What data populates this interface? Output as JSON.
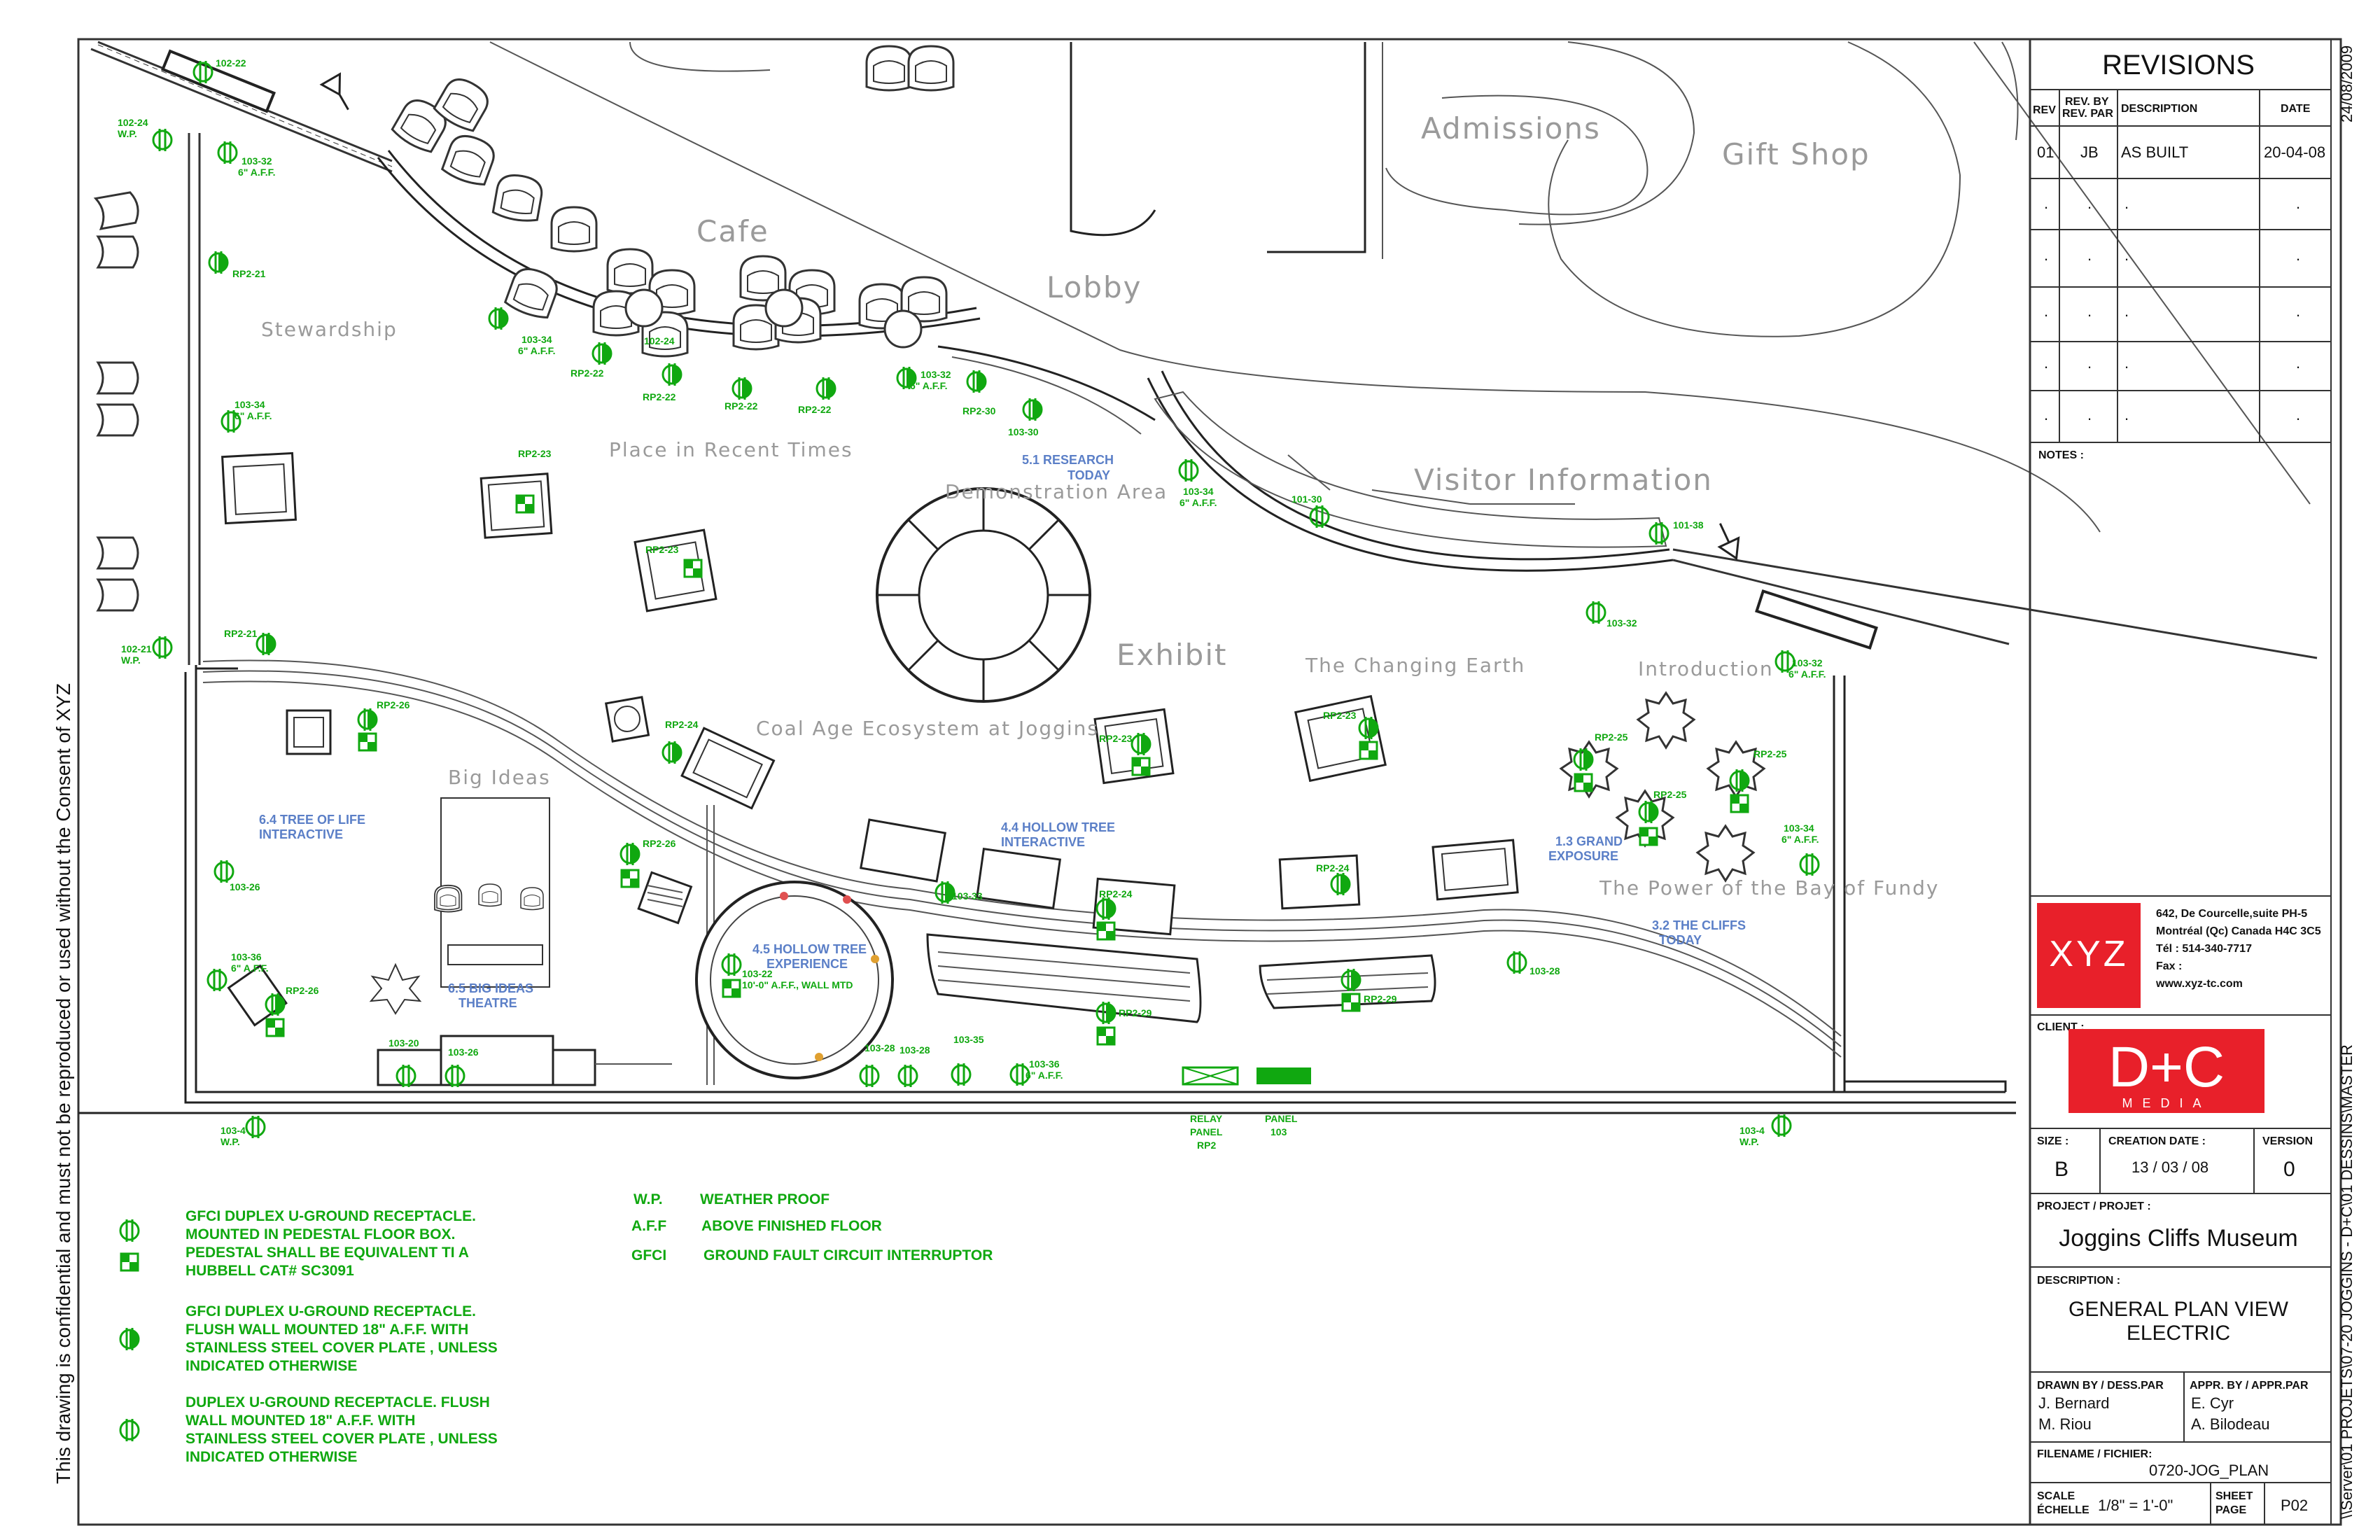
{
  "areas": {
    "admissions": "Admissions",
    "gift_shop": "Gift Shop",
    "cafe": "Cafe",
    "lobby": "Lobby",
    "stewardship": "Stewardship",
    "place_in_recent_times": "Place in Recent Times",
    "demonstration_area": "Demonstration Area",
    "visitor_information": "Visitor Information",
    "exhibit": "Exhibit",
    "changing_earth": "The Changing Earth",
    "introduction": "Introduction",
    "coal_age": "Coal Age Ecosystem at Joggins",
    "big_ideas": "Big Ideas",
    "power_of_bay": "The Power of the Bay of Fundy"
  },
  "exhibits": {
    "research_today": [
      "5.1 RESEARCH",
      "TODAY"
    ],
    "tree_of_life": [
      "6.4 TREE OF LIFE",
      "INTERACTIVE"
    ],
    "hollow_tree_interactive": [
      "4.4 HOLLOW TREE",
      "INTERACTIVE"
    ],
    "grand_exposure": [
      "1.3 GRAND",
      "EXPOSURE"
    ],
    "cliffs_today": [
      "3.2 THE CLIFFS",
      "TODAY"
    ],
    "hollow_tree_experience": [
      "4.5 HOLLOW TREE",
      "EXPERIENCE"
    ],
    "big_ideas_theatre": [
      "6.5 BIG IDEAS",
      "THEATRE"
    ]
  },
  "circuit_labels": {
    "c102_22": "102-22",
    "c102_24a": [
      "102-24",
      "W.P."
    ],
    "c103_32a": [
      "103-32",
      "6\" A.F.F."
    ],
    "rp2_21a": "RP2-21",
    "c103_34_cafe": [
      "103-34",
      "6\" A.F.F."
    ],
    "c102_24b": "102-24",
    "rp2_22a": "RP2-22",
    "rp2_22b": "RP2-22",
    "rp2_22c": "RP2-22",
    "rp2_22d": "RP2-22",
    "c103_32b": [
      "103-32",
      "6\" A.F.F."
    ],
    "rp2_30": "RP2-30",
    "c103_30": "103-30",
    "c103_34_lobby": [
      "103-34",
      "6\" A.F.F."
    ],
    "c103_34_left": [
      "103-34",
      "6\" A.F.F."
    ],
    "rp2_23a": "RP2-23",
    "rp2_23b": "RP2-23",
    "c101_30": "101-30",
    "c101_38": "101-38",
    "c103_32c": "103-32",
    "c103_32d": [
      "103-32",
      "6\" A.F.F."
    ],
    "rp2_21b": "RP2-21",
    "c102_21": [
      "102-21",
      "W.P."
    ],
    "rp2_26a": "RP2-26",
    "rp2_24a": "RP2-24",
    "rp2_23c": "RP2-23",
    "rp2_23d": "RP2-23",
    "rp2_25a": "RP2-25",
    "rp2_25b": "RP2-25",
    "rp2_25c": "RP2-25",
    "c103_34_right": [
      "103-34",
      "6\" A.F.F."
    ],
    "c103_26a": "103-26",
    "rp2_26b": "RP2-26",
    "c103_36a": [
      "103-36",
      "6\" A.F.F."
    ],
    "rp2_26c": "RP2-26",
    "c103_33": "103-33",
    "rp2_24b": "RP2-24",
    "rp2_24c": "RP2-24",
    "c103_22": [
      "103-22",
      "10'-0\" A.F.F., WALL MTD"
    ],
    "c103_28a": "103-28",
    "c103_28b": "103-28",
    "c103_35": "103-35",
    "c103_36b": [
      "103-36",
      "6\" A.F.F."
    ],
    "rp2_29a": "RP2-29",
    "rp2_29b": "RP2-29",
    "c103_28c": "103-28",
    "c103_20": "103-20",
    "c103_26b": "103-26",
    "c103_4a": [
      "103-4",
      "W.P."
    ],
    "c103_4b": [
      "103-4",
      "W.P."
    ],
    "relay_panel": [
      "RELAY",
      "PANEL",
      "RP2"
    ],
    "panel_103": [
      "PANEL",
      "103"
    ]
  },
  "legend": {
    "item1": [
      "GFCI DUPLEX U-GROUND RECEPTACLE.",
      "MOUNTED IN PEDESTAL FLOOR BOX.",
      "PEDESTAL SHALL BE EQUIVALENT TI A",
      "HUBBELL CAT# SC3091"
    ],
    "item2": [
      "GFCI DUPLEX U-GROUND RECEPTACLE.",
      "FLUSH WALL MOUNTED 18\" A.F.F. WITH",
      "STAINLESS STEEL COVER PLATE , UNLESS",
      "INDICATED OTHERWISE"
    ],
    "item3": [
      "DUPLEX U-GROUND RECEPTACLE. FLUSH",
      "WALL MOUNTED 18\" A.F.F. WITH",
      "STAINLESS STEEL COVER PLATE , UNLESS",
      "INDICATED OTHERWISE"
    ],
    "abbr": [
      {
        "code": "W.P.",
        "text": "WEATHER PROOF"
      },
      {
        "code": "A.F.F",
        "text": "ABOVE FINISHED FLOOR"
      },
      {
        "code": "GFCI",
        "text": "GROUND FAULT CIRCUIT INTERRUPTOR"
      }
    ]
  },
  "side_note": "This drawing is confidential and must not be reproduced or used without the Consent of XYZ",
  "right_vertical": {
    "date": "24/08/2009",
    "path": "\\\\Server\\01 PROJETS\\07-20 JOGGINS - D+C\\01 DESSINS\\MASTER"
  },
  "title_block": {
    "revisions_title": "REVISIONS",
    "headers": {
      "rev": "REV",
      "rev_by": "REV. BY",
      "rev_par": "REV. PAR",
      "description": "DESCRIPTION",
      "date": "DATE"
    },
    "rows": [
      {
        "rev": "01",
        "by": "JB",
        "desc": "AS BUILT",
        "date": "20-04-08"
      },
      {
        "rev": ".",
        "by": ".",
        "desc": ".",
        "date": "."
      },
      {
        "rev": ".",
        "by": ".",
        "desc": ".",
        "date": "."
      },
      {
        "rev": ".",
        "by": ".",
        "desc": ".",
        "date": "."
      },
      {
        "rev": ".",
        "by": ".",
        "desc": ".",
        "date": "."
      },
      {
        "rev": ".",
        "by": ".",
        "desc": ".",
        "date": "."
      }
    ],
    "notes_label": "NOTES :",
    "company": {
      "logo": "XYZ",
      "address": [
        "642, De Courcelle,suite PH-5",
        "Montréal (Qc) Canada H4C 3C5",
        "Tél : 514-340-7717",
        "Fax :",
        "www.xyz-tc.com"
      ]
    },
    "client_label": "CLIENT :",
    "client_logo": "D+C",
    "client_sub": "MEDIA",
    "size_label": "SIZE :",
    "size": "B",
    "creation_label": "CREATION DATE :",
    "creation_date": "13 / 03 / 08",
    "version_label": "VERSION",
    "version": "0",
    "project_label": "PROJECT / PROJET :",
    "project": "Joggins Cliffs Museum",
    "description_label": "DESCRIPTION :",
    "description": [
      "GENERAL PLAN VIEW",
      "ELECTRIC"
    ],
    "drawn_label": "DRAWN BY / DESS.PAR",
    "drawn": [
      "J. Bernard",
      "M. Riou"
    ],
    "appr_label": "APPR. BY / APPR.PAR",
    "appr": [
      "E. Cyr",
      "A. Bilodeau"
    ],
    "filename_label": "FILENAME / FICHIER:",
    "filename": "0720-JOG_PLAN",
    "scale_label": [
      "SCALE",
      "ÉCHELLE"
    ],
    "scale": "1/8\" = 1'-0\"",
    "sheet_label": [
      "SHEET",
      "PAGE"
    ],
    "sheet": "P02"
  }
}
